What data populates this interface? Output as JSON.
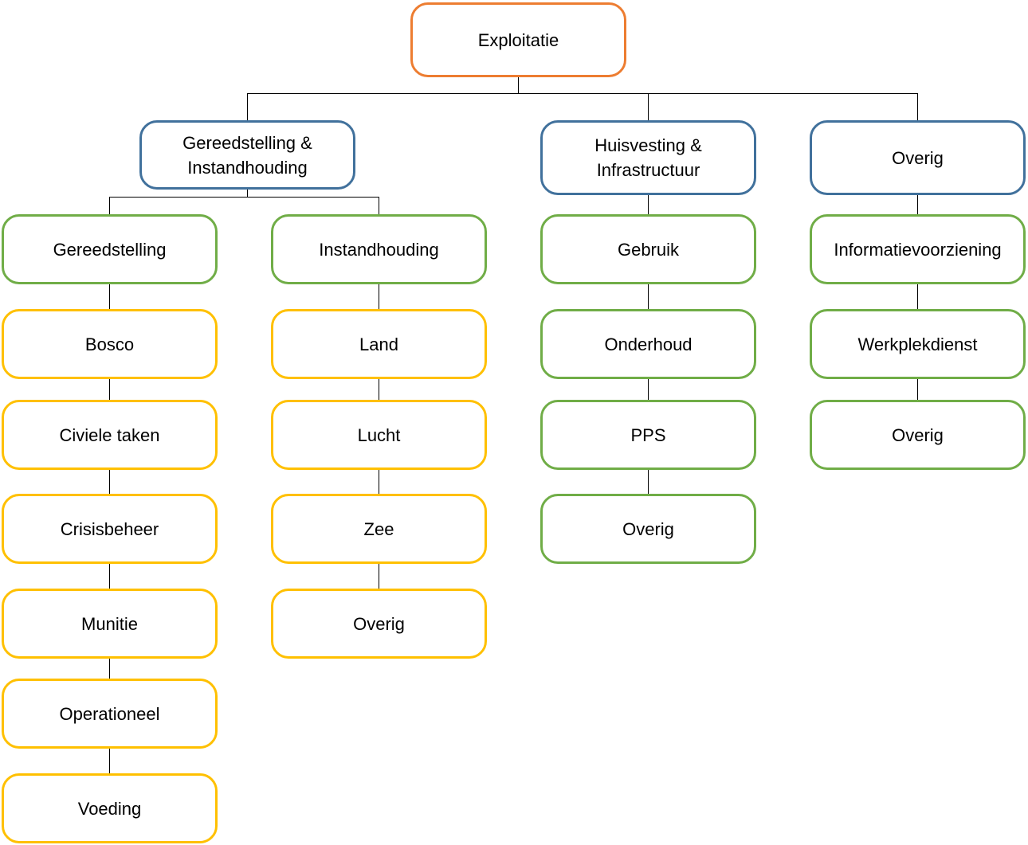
{
  "colors": {
    "root": "#ED7D31",
    "level1": "#41719C",
    "level2": "#70AD47",
    "level3": "#FFC000",
    "connector": "#000000"
  },
  "root": {
    "label": "Exploitatie"
  },
  "branches": [
    {
      "label": "Gereedstelling &\nInstandhouding",
      "children": [
        {
          "label": "Gereedstelling",
          "children": [
            "Bosco",
            "Civiele taken",
            "Crisisbeheer",
            "Munitie",
            "Operationeel",
            "Voeding"
          ]
        },
        {
          "label": "Instandhouding",
          "children": [
            "Land",
            "Lucht",
            "Zee",
            "Overig"
          ]
        }
      ]
    },
    {
      "label": "Huisvesting &\nInfrastructuur",
      "items": [
        "Gebruik",
        "Onderhoud",
        "PPS",
        "Overig"
      ]
    },
    {
      "label": "Overig",
      "items": [
        "Informatievoorziening",
        "Werkplekdienst",
        "Overig"
      ]
    }
  ]
}
